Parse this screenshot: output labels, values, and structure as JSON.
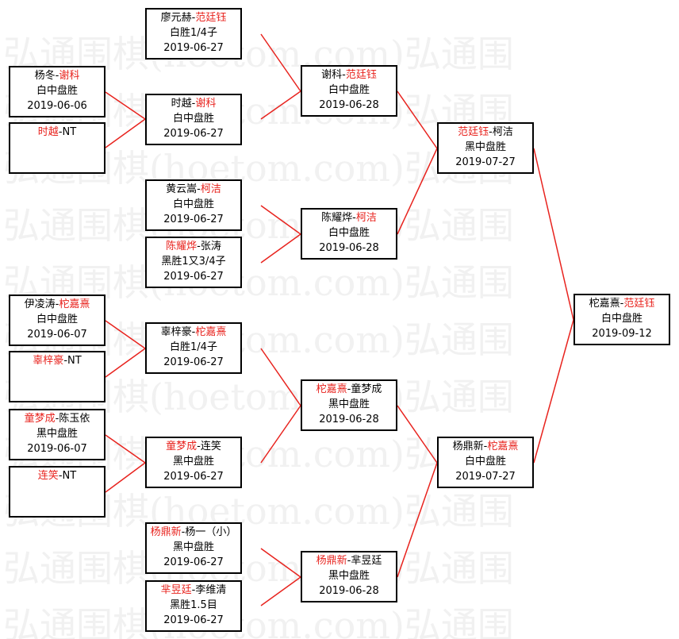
{
  "watermark": {
    "lines": [
      "弘通围棋(hoetom.com)弘通围",
      "弘通围棋(hoetom.com)弘通围",
      "弘通围棋(hoetom.com)弘通围",
      "弘通围棋(hoetom.com)弘通围",
      "弘通围棋(hoetom.com)弘通围",
      "弘通围棋(hoetom.com)弘通围",
      "弘通围棋(hoetom.com)弘通围",
      "弘通围棋(hoetom.com)弘通围",
      "弘通围棋(hoetom.com)弘通围",
      "弘通围棋(hoetom.com)弘通围",
      "弘通围棋(hoetom.com)弘通围"
    ]
  },
  "colors": {
    "winner": "#e8231e",
    "connector": "#e8231e",
    "border": "#000000"
  },
  "bracket": {
    "round1": [
      {
        "players": [
          "杨冬",
          "谢科"
        ],
        "winner": 1,
        "result": "白中盘胜",
        "date": "2019-06-06"
      },
      {
        "players": [
          "时越",
          "NT"
        ],
        "winner": 0,
        "result": "",
        "date": ""
      },
      {
        "players": [
          "伊凌涛",
          "柁嘉熹"
        ],
        "winner": 1,
        "result": "白中盘胜",
        "date": "2019-06-07"
      },
      {
        "players": [
          "辜梓豪",
          "NT"
        ],
        "winner": 0,
        "result": "",
        "date": ""
      },
      {
        "players": [
          "童梦成",
          "陈玉依"
        ],
        "winner": 0,
        "result": "黑中盘胜",
        "date": "2019-06-07"
      },
      {
        "players": [
          "连笑",
          "NT"
        ],
        "winner": 0,
        "result": "",
        "date": ""
      }
    ],
    "round2": [
      {
        "players": [
          "廖元赫",
          "范廷钰"
        ],
        "winner": 1,
        "result": "白胜1/4子",
        "date": "2019-06-27"
      },
      {
        "players": [
          "时越",
          "谢科"
        ],
        "winner": 1,
        "result": "白中盘胜",
        "date": "2019-06-27"
      },
      {
        "players": [
          "黄云嵩",
          "柯洁"
        ],
        "winner": 1,
        "result": "白中盘胜",
        "date": "2019-06-27"
      },
      {
        "players": [
          "陈耀烨",
          "张涛"
        ],
        "winner": 0,
        "result": "黑胜1又3/4子",
        "date": "2019-06-27"
      },
      {
        "players": [
          "辜梓豪",
          "柁嘉熹"
        ],
        "winner": 1,
        "result": "白胜1/4子",
        "date": "2019-06-27"
      },
      {
        "players": [
          "童梦成",
          "连笑"
        ],
        "winner": 0,
        "result": "黑中盘胜",
        "date": "2019-06-27"
      },
      {
        "players": [
          "杨鼎新",
          "杨一（小）"
        ],
        "winner": 0,
        "result": "黑中盘胜",
        "date": "2019-06-27"
      },
      {
        "players": [
          "芈昱廷",
          "李维清"
        ],
        "winner": 0,
        "result": "黑胜1.5目",
        "date": "2019-06-27"
      }
    ],
    "round3": [
      {
        "players": [
          "谢科",
          "范廷钰"
        ],
        "winner": 1,
        "result": "白中盘胜",
        "date": "2019-06-28"
      },
      {
        "players": [
          "陈耀烨",
          "柯洁"
        ],
        "winner": 1,
        "result": "白中盘胜",
        "date": "2019-06-28"
      },
      {
        "players": [
          "柁嘉熹",
          "童梦成"
        ],
        "winner": 0,
        "result": "黑中盘胜",
        "date": "2019-06-28"
      },
      {
        "players": [
          "杨鼎新",
          "芈昱廷"
        ],
        "winner": 0,
        "result": "黑中盘胜",
        "date": "2019-06-28"
      }
    ],
    "round4": [
      {
        "players": [
          "范廷钰",
          "柯洁"
        ],
        "winner": 0,
        "result": "黑中盘胜",
        "date": "2019-07-27"
      },
      {
        "players": [
          "杨鼎新",
          "柁嘉熹"
        ],
        "winner": 1,
        "result": "白中盘胜",
        "date": "2019-07-27"
      }
    ],
    "final": [
      {
        "players": [
          "柁嘉熹",
          "范廷钰"
        ],
        "winner": 1,
        "result": "白中盘胜",
        "date": "2019-09-12"
      }
    ]
  }
}
